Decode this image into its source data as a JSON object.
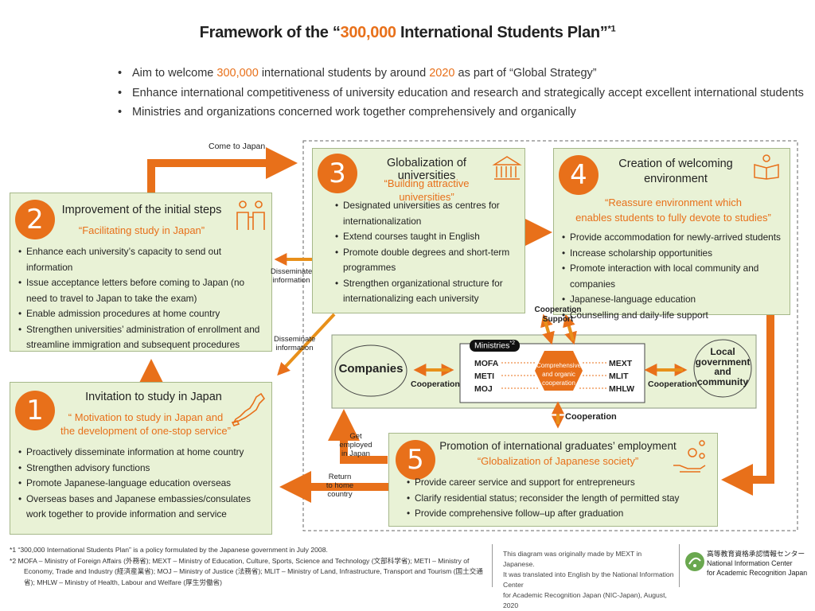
{
  "title": {
    "pre": "Framework of the “",
    "highlight": "300,000",
    "post": " International Students Plan”",
    "sup": "*1"
  },
  "bullets": [
    {
      "pre": "Aim to welcome ",
      "h1": "300,000",
      "mid": " international students by around ",
      "h2": "2020",
      "post": " as part of “Global Strategy”"
    },
    {
      "text": "Enhance international competitiveness of university education and research and strategically accept excellent international students"
    },
    {
      "text": "Ministries and organizations concerned work together comprehensively and organically"
    }
  ],
  "box1": {
    "num": "1",
    "title": "Invitation to study in Japan",
    "subtitle": [
      "“ Motivation to study in Japan and",
      "the development of one-stop service”"
    ],
    "items": [
      "Proactively disseminate information at home country",
      "Strengthen advisory functions",
      "Promote Japanese-language  education overseas",
      "Overseas bases and Japanese embassies/consulates work together to provide information and service"
    ]
  },
  "box2": {
    "num": "2",
    "title": "Improvement of the initial steps",
    "subtitle": "“Facilitating study in Japan”",
    "items": [
      "Enhance each university’s capacity to send out information",
      "Issue acceptance letters before coming to Japan (no need to travel to Japan to take the exam)",
      "Enable admission procedures at home country",
      "Strengthen universities’ administration of enrollment and streamline immigration and subsequent procedures"
    ]
  },
  "box3": {
    "num": "3",
    "title": "Globalization of universities",
    "subtitle": "“Building attractive universities”",
    "items": [
      "Designated universities as centres for internationalization",
      "Extend courses taught in English",
      "Promote double degrees and short-term programmes",
      "Strengthen organizational structure for internationalizing each university"
    ]
  },
  "box4": {
    "num": "4",
    "title": [
      "Creation of welcoming",
      "environment"
    ],
    "subtitle": [
      "“Reassure environment which",
      "enables students to fully devote to studies”"
    ],
    "items": [
      "Provide accommodation for newly-arrived students",
      "Increase scholarship opportunities",
      "Promote interaction with local community and companies",
      "Japanese-language education",
      "Counselling and daily-life support"
    ]
  },
  "box5": {
    "num": "5",
    "title": "Promotion of international graduates’ employment",
    "subtitle": "“Globalization of Japanese society”",
    "items": [
      "Provide career service and support for entrepreneurs",
      "Clarify residential status; reconsider the length of permitted stay",
      "Provide comprehensive follow–up after graduation"
    ]
  },
  "arrows": {
    "come_to_japan": "Come to Japan",
    "disseminate1": [
      "Disseminate",
      "information"
    ],
    "disseminate2": [
      "Disseminate",
      "information"
    ],
    "get_employed": [
      "Get employed",
      "in Japan"
    ],
    "return_home": [
      "Return",
      "to home",
      "country"
    ]
  },
  "center": {
    "companies": "Companies",
    "local": [
      "Local",
      "government",
      "and",
      "community"
    ],
    "ministries_label": "Ministries",
    "ministries_sup": "*2",
    "left_ministries": [
      "MOFA",
      "METI",
      "MOJ"
    ],
    "right_ministries": [
      "MEXT",
      "MLIT",
      "MHLW"
    ],
    "hex": [
      "Comprehensive",
      "and organic",
      "cooperation"
    ],
    "coop_left": "Cooperation",
    "coop_right": "Cooperation",
    "coop_bottom": "Cooperation",
    "coop_top": [
      "Cooperation",
      "Support"
    ]
  },
  "footnotes": [
    "*1   “300,000 International Students Plan” is a policy formulated by the Japanese government in July 2008.",
    "*2   MOFA – Ministry of Foreign Affairs (外務省); MEXT – Ministry of Education, Culture, Sports, Science and Technology (文部科学省); METI – Ministry of Economy, Trade and Industry (経済産業省); MOJ – Ministry of Justice (法務省); MLIT – Ministry of Land, Infrastructure, Transport and Tourism (国土交通省); MHLW – Ministry of Health, Labour and Welfare (厚生労働省)"
  ],
  "credit": [
    "This diagram was originally made by MEXT in Japanese.",
    "It was translated into English by the National Information Center",
    "for Academic Recognition Japan (NIC-Japan), August, 2020"
  ],
  "logo": [
    "高等教育資格承認情報センター",
    "National Information Center",
    "for Academic Recognition Japan"
  ],
  "colors": {
    "accent": "#e8701a",
    "box_fill": "#e9f2d6",
    "box_border": "#a6b88a"
  }
}
